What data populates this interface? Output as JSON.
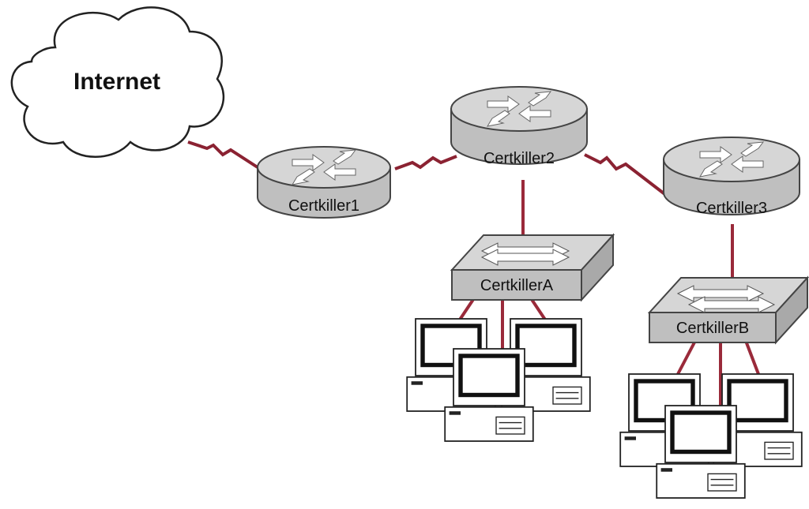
{
  "cloud": {
    "label": "Internet"
  },
  "routers": [
    {
      "id": "r1",
      "label": "Certkiller1"
    },
    {
      "id": "r2",
      "label": "Certkiller2"
    },
    {
      "id": "r3",
      "label": "Certkiller3"
    }
  ],
  "switches": [
    {
      "id": "sa",
      "label": "CertkillerA"
    },
    {
      "id": "sb",
      "label": "CertkillerB"
    }
  ],
  "colors": {
    "serial_link": "#8b2232",
    "ethernet_link": "#9a2a3a",
    "device_gray": "#c8c8c8",
    "device_dark": "#555555"
  }
}
